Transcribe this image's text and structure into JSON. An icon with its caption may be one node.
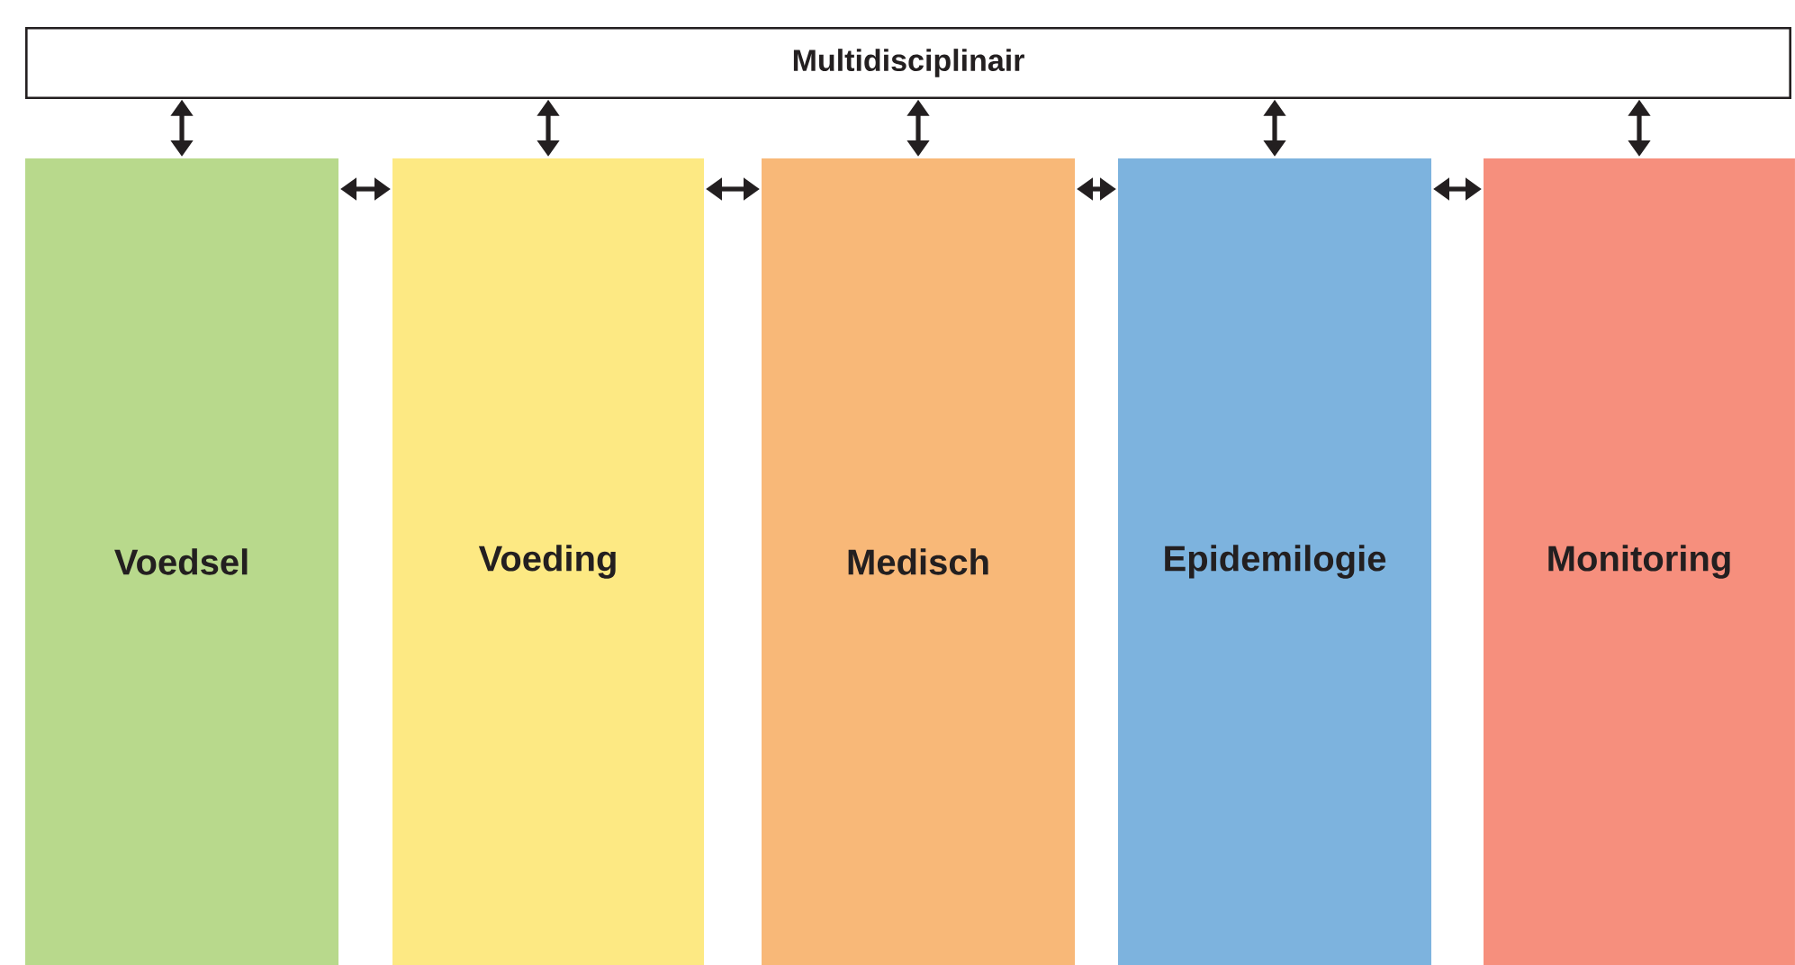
{
  "diagram": {
    "nodes": [
      {
        "text": [
          "Multidisciplinair"
        ]
      },
      {
        "text": [
          "Voedsel"
        ]
      },
      {
        "text": [
          "Voeding"
        ]
      },
      {
        "text": [
          "Medisch"
        ]
      },
      {
        "text": [
          "Epidemilogie"
        ]
      },
      {
        "text": [
          "Monitoring"
        ]
      }
    ],
    "edges": [
      {
        "from": 0,
        "to": 1,
        "arrow": "both"
      },
      {
        "from": 0,
        "to": 2,
        "arrow": "both"
      },
      {
        "from": 0,
        "to": 3,
        "arrow": "both"
      },
      {
        "from": 0,
        "to": 4,
        "arrow": "both"
      },
      {
        "from": 0,
        "to": 5,
        "arrow": "both"
      },
      {
        "from": 1,
        "to": 2,
        "arrow": "both"
      },
      {
        "from": 2,
        "to": 3,
        "arrow": "both"
      },
      {
        "from": 3,
        "to": 4,
        "arrow": "both"
      },
      {
        "from": 4,
        "to": 5,
        "arrow": "both"
      }
    ]
  }
}
